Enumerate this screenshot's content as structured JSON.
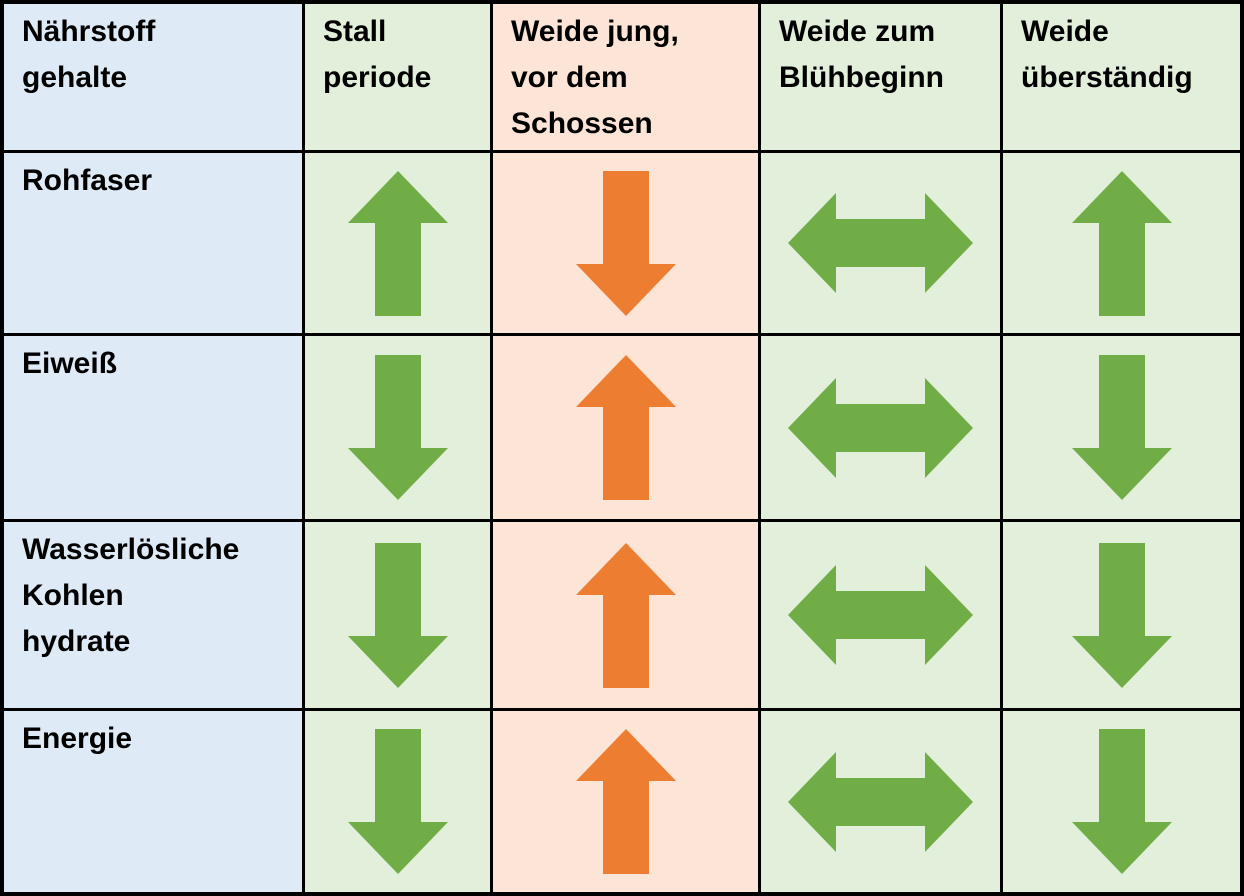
{
  "colors": {
    "green_arrow": "#70ad47",
    "orange_arrow": "#ed7d31",
    "blue_bg": "#deeaf6",
    "green_bg": "#e2efda",
    "orange_bg": "#fce4d6",
    "border": "#000000",
    "text": "#000000"
  },
  "table": {
    "corner_header": "Nährstoff\ngehalte",
    "column_headers": [
      {
        "label": "Stall\nperiode"
      },
      {
        "label": "Weide jung,\nvor dem\nSchossen"
      },
      {
        "label": "Weide zum\nBlühbeginn"
      },
      {
        "label": "Weide\nüberständig"
      }
    ],
    "rows": [
      {
        "label": "Rohfaser",
        "cells": [
          {
            "arrow": "up",
            "color": "green"
          },
          {
            "arrow": "down",
            "color": "orange"
          },
          {
            "arrow": "left-right",
            "color": "green"
          },
          {
            "arrow": "up",
            "color": "green"
          }
        ]
      },
      {
        "label": "Eiweiß",
        "cells": [
          {
            "arrow": "down",
            "color": "green"
          },
          {
            "arrow": "up",
            "color": "orange"
          },
          {
            "arrow": "left-right",
            "color": "green"
          },
          {
            "arrow": "down",
            "color": "green"
          }
        ]
      },
      {
        "label": "Wasserlösliche\nKohlen\nhydrate",
        "cells": [
          {
            "arrow": "down",
            "color": "green"
          },
          {
            "arrow": "up",
            "color": "orange"
          },
          {
            "arrow": "left-right",
            "color": "green"
          },
          {
            "arrow": "down",
            "color": "green"
          }
        ]
      },
      {
        "label": "Energie",
        "cells": [
          {
            "arrow": "down",
            "color": "green"
          },
          {
            "arrow": "up",
            "color": "orange"
          },
          {
            "arrow": "left-right",
            "color": "green"
          },
          {
            "arrow": "down",
            "color": "green"
          }
        ]
      }
    ]
  }
}
